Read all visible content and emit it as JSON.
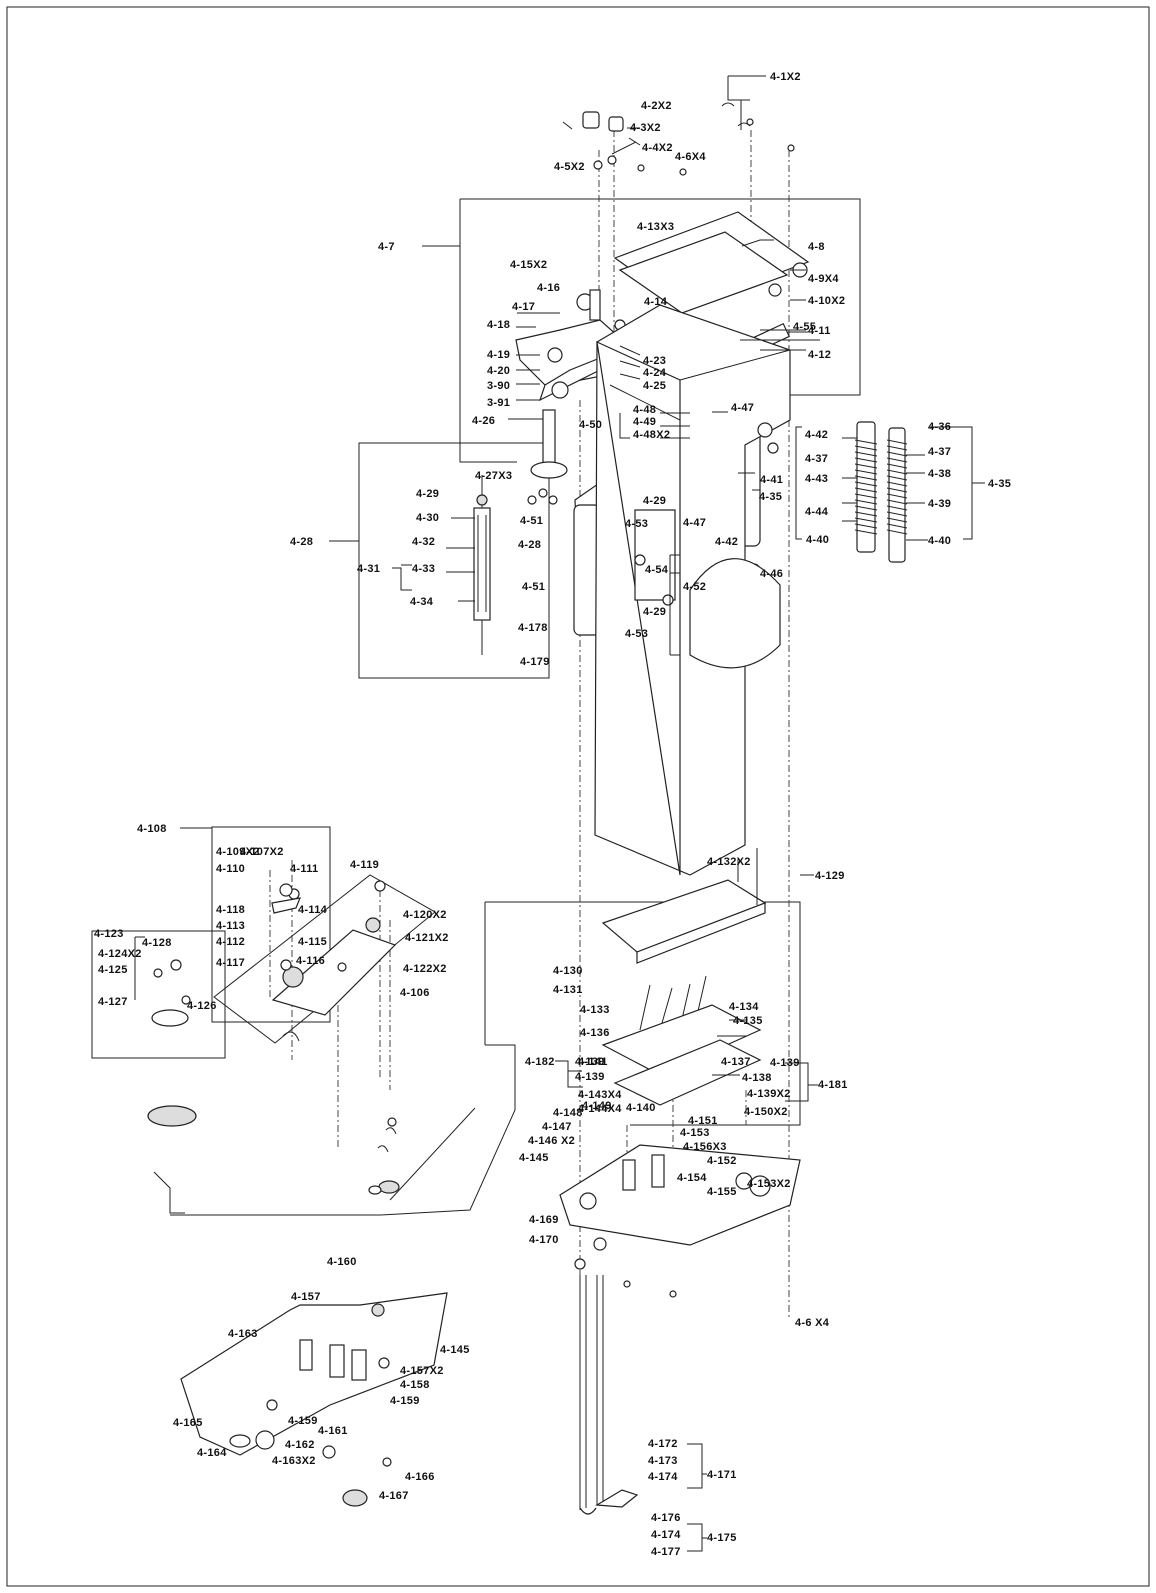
{
  "labels": {
    "p4_1x2": "4-1X2",
    "p4_2x2": "4-2X2",
    "p4_3x2": "4-3X2",
    "p4_4x2": "4-4X2",
    "p4_5x2": "4-5X2",
    "p4_6x4": "4-6X4",
    "p4_7": "4-7",
    "p4_8": "4-8",
    "p4_9x4": "4-9X4",
    "p4_10x2": "4-10X2",
    "p4_11": "4-11",
    "p4_12": "4-12",
    "p4_13x3": "4-13X3",
    "p4_14": "4-14",
    "p4_15x2": "4-15X2",
    "p4_16": "4-16",
    "p4_17": "4-17",
    "p4_18": "4-18",
    "p4_19": "4-19",
    "p4_20": "4-20",
    "p3_90": "3-90",
    "p3_91": "3-91",
    "p4_23": "4-23",
    "p4_24": "4-24",
    "p4_25": "4-25",
    "p4_26": "4-26",
    "p4_27x3": "4-27X3",
    "p4_28a": "4-28",
    "p4_28b": "4-28",
    "p4_29a": "4-29",
    "p4_29b": "4-29",
    "p4_29c": "4-29",
    "p4_30": "4-30",
    "p4_31": "4-31",
    "p4_32": "4-32",
    "p4_33": "4-33",
    "p4_34": "4-34",
    "p4_35a": "4-35",
    "p4_35b": "4-35",
    "p4_36": "4-36",
    "p4_37a": "4-37",
    "p4_37b": "4-37",
    "p4_38": "4-38",
    "p4_39": "4-39",
    "p4_40a": "4-40",
    "p4_40b": "4-40",
    "p4_41": "4-41",
    "p4_42a": "4-42",
    "p4_42b": "4-42",
    "p4_43": "4-43",
    "p4_44": "4-44",
    "p4_46": "4-46",
    "p4_47a": "4-47",
    "p4_47b": "4-47",
    "p4_48": "4-48",
    "p4_49": "4-49",
    "p4_48x2": "4-48X2",
    "p4_50": "4-50",
    "p4_51a": "4-51",
    "p4_51b": "4-51",
    "p4_52": "4-52",
    "p4_53a": "4-53",
    "p4_53b": "4-53",
    "p4_54": "4-54",
    "p4_55": "4-55",
    "p4_178": "4-178",
    "p4_179": "4-179",
    "p4_106": "4-106",
    "p4_107x2": "4-107X2",
    "p4_108": "4-108",
    "p4_109x2": "4-109X2",
    "p4_110": "4-110",
    "p4_111": "4-111",
    "p4_112": "4-112",
    "p4_113": "4-113",
    "p4_114": "4-114",
    "p4_115": "4-115",
    "p4_116": "4-116",
    "p4_117": "4-117",
    "p4_118": "4-118",
    "p4_119": "4-119",
    "p4_120x2": "4-120X2",
    "p4_121x2": "4-121X2",
    "p4_122x2": "4-122X2",
    "p4_123": "4-123",
    "p4_124x2": "4-124X2",
    "p4_125": "4-125",
    "p4_126": "4-126",
    "p4_127": "4-127",
    "p4_128": "4-128",
    "p4_129": "4-129",
    "p4_130": "4-130",
    "p4_131": "4-131",
    "p4_132x2": "4-132X2",
    "p4_133": "4-133",
    "p4_134": "4-134",
    "p4_135": "4-135",
    "p4_136": "4-136",
    "p4_137": "4-137",
    "p4_138": "4-138",
    "p4_139a": "4-139",
    "p4_139b": "4-139",
    "p4_139x2": "4-139X2",
    "p4_140": "4-140",
    "p4_141": "4-141",
    "p4_143x4": "4-143X4",
    "p4_144x4": "4-144X4",
    "p4_145a": "4-145",
    "p4_145b": "4-145",
    "p4_146x2": "4-146 X2",
    "p4_147": "4-147",
    "p4_148": "4-148",
    "p4_149": "4-149",
    "p4_150x2": "4-150X2",
    "p4_151": "4-151",
    "p4_152": "4-152",
    "p4_153": "4-153",
    "p4_153x2": "4-153X2",
    "p4_154": "4-154",
    "p4_155": "4-155",
    "p4_156x3": "4-156X3",
    "p4_157": "4-157",
    "p4_157x2": "4-157X2",
    "p4_158": "4-158",
    "p4_159a": "4-159",
    "p4_159b": "4-159",
    "p4_160": "4-160",
    "p4_161": "4-161",
    "p4_162": "4-162",
    "p4_163": "4-163",
    "p4_163x2": "4-163X2",
    "p4_164": "4-164",
    "p4_165": "4-165",
    "p4_166": "4-166",
    "p4_167": "4-167",
    "p4_169": "4-169",
    "p4_170": "4-170",
    "p4_171": "4-171",
    "p4_172": "4-172",
    "p4_173": "4-173",
    "p4_174a": "4-174",
    "p4_174b": "4-174",
    "p4_175": "4-175",
    "p4_176": "4-176",
    "p4_177": "4-177",
    "p4_181": "4-181",
    "p4_182": "4-182",
    "p4_6x4b": "4-6 X4",
    "p4_139c": "4-139"
  }
}
